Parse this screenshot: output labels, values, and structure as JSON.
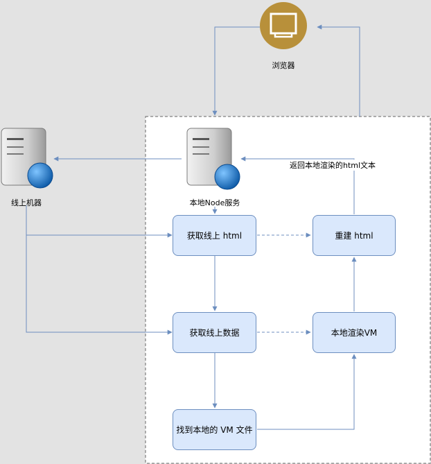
{
  "diagram": {
    "browser": {
      "label": "浏览器",
      "icon": "monitor-icon"
    },
    "online_machine": {
      "label": "线上机器",
      "icon": "server-globe-icon"
    },
    "local_node": {
      "label": "本地Node服务",
      "icon": "server-globe-icon"
    },
    "steps": {
      "fetch_html": "获取线上 html",
      "rebuild_html": "重建 html",
      "fetch_data": "获取线上数据",
      "render_vm": "本地渲染VM",
      "find_vm": "找到本地的 VM 文件"
    },
    "edge_labels": {
      "return_html": "返回本地渲染的html文本"
    }
  },
  "colors": {
    "background": "#e3e3e3",
    "boundary_fill": "#ffffff",
    "boundary_stroke": "#666666",
    "node_fill": "#dae8fc",
    "node_stroke": "#6c8ebf",
    "arrow": "#6c8ebf",
    "browser_circle": "#b8903a",
    "globe": "#1f78c8"
  }
}
